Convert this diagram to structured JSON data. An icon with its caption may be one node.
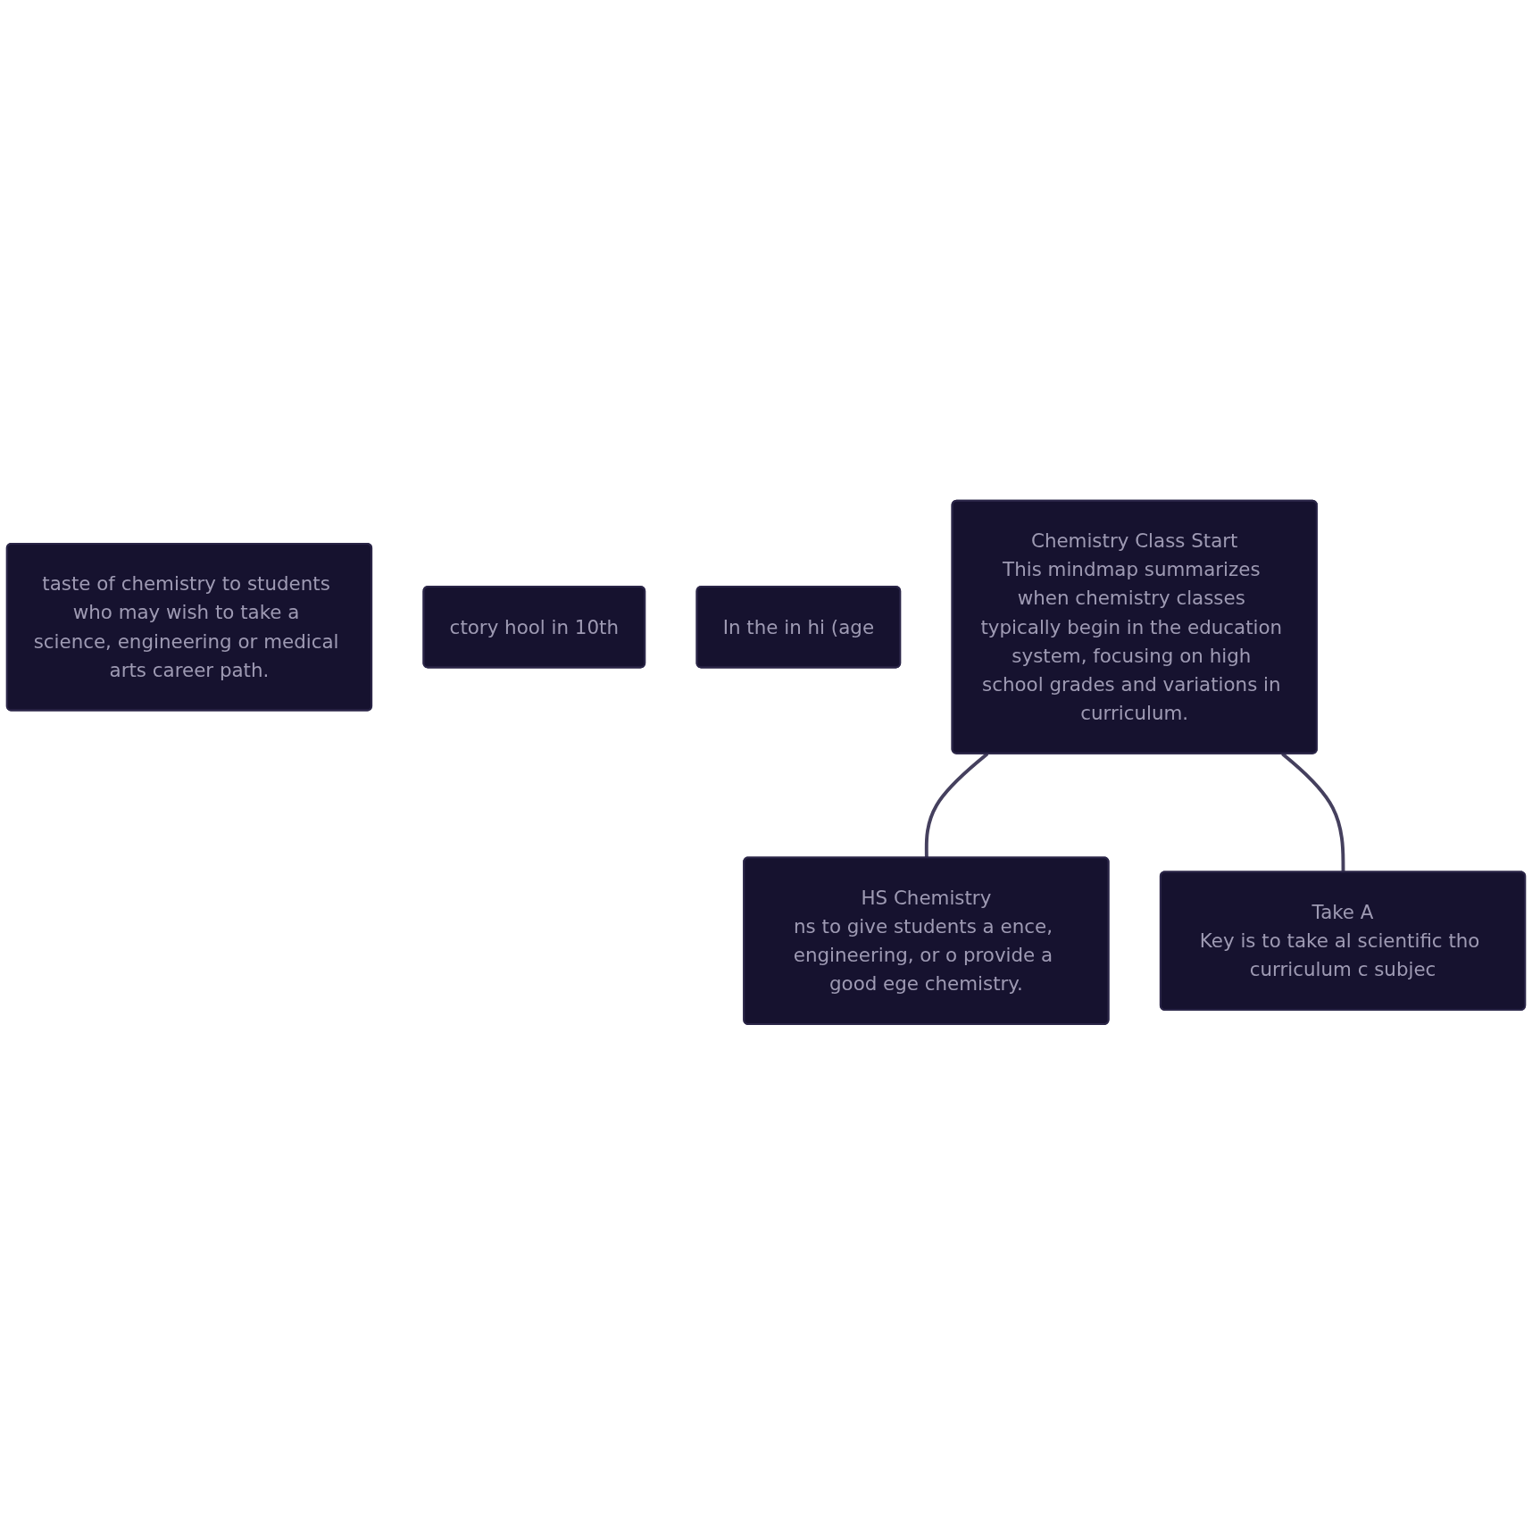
{
  "diagram": {
    "nodes": [
      {
        "text": [
          "taste of chemistry to students who may wish to take a science, engineering or medical arts career path."
        ]
      },
      {
        "text": [
          "ctory hool in 10th"
        ]
      },
      {
        "text": [
          "In the in hi (age"
        ]
      },
      {
        "text": [
          "Chemistry Class Start",
          "This mindmap summarizes when chemistry classes typically begin in the education system, focusing on high school grades and variations in curriculum."
        ]
      },
      {
        "text": [
          "HS Chemistry",
          "ns to give students a ence, engineering, or o provide a good ege chemistry."
        ]
      },
      {
        "text": [
          "Take A",
          "Key is to take al scientific tho curriculum c subjec"
        ]
      }
    ],
    "edges": [
      {
        "from": 3,
        "to": 4,
        "arrow": "none"
      },
      {
        "from": 3,
        "to": 5,
        "arrow": "none"
      }
    ]
  }
}
